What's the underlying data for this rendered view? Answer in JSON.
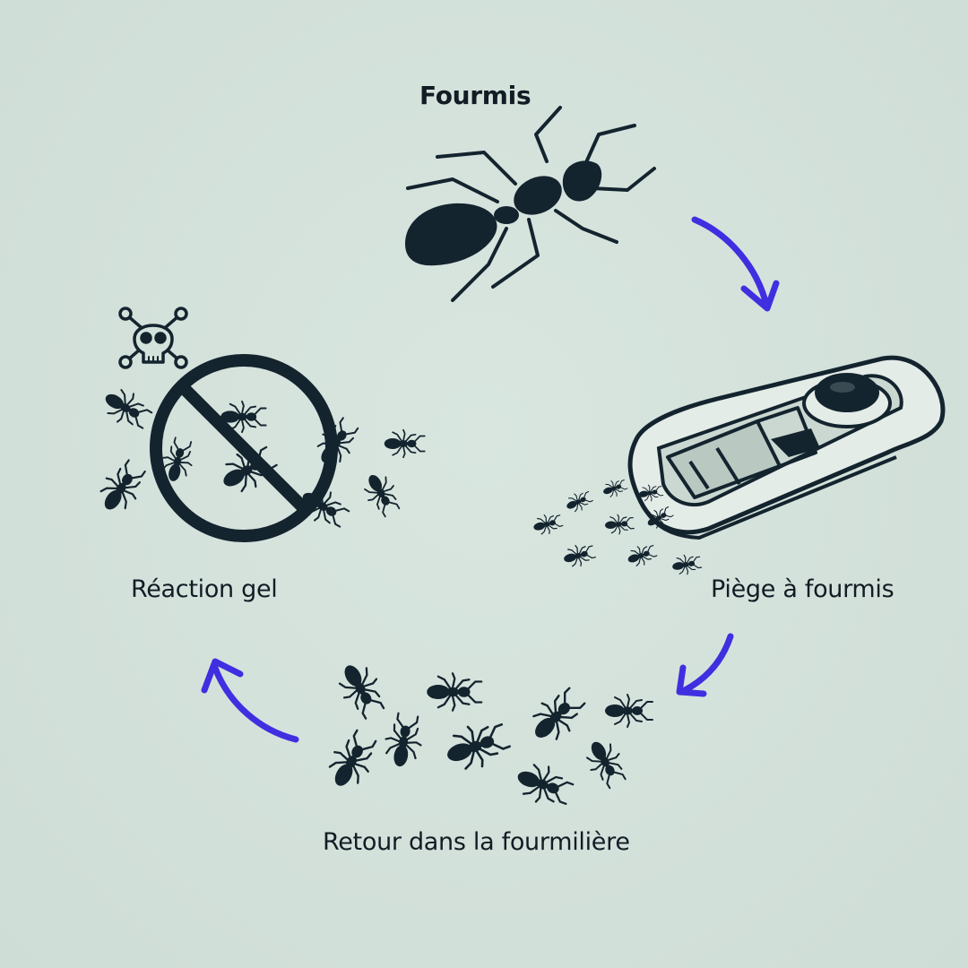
{
  "diagram": {
    "steps": [
      {
        "id": "ants",
        "label": "Fourmis",
        "icon": "ant-icon"
      },
      {
        "id": "trap",
        "label": "Piège à fourmis",
        "icon": "ant-trap-icon"
      },
      {
        "id": "nest",
        "label": "Retour dans la fourmilière",
        "icon": "ant-group-icon"
      },
      {
        "id": "gel",
        "label": "Réaction gel",
        "icon": "prohibited-icon"
      }
    ],
    "warning_icon": "skull-crossbones-icon",
    "colors": {
      "background": "#d4e2dc",
      "ink": "#14242e",
      "arrow": "#3f2fe0"
    }
  }
}
